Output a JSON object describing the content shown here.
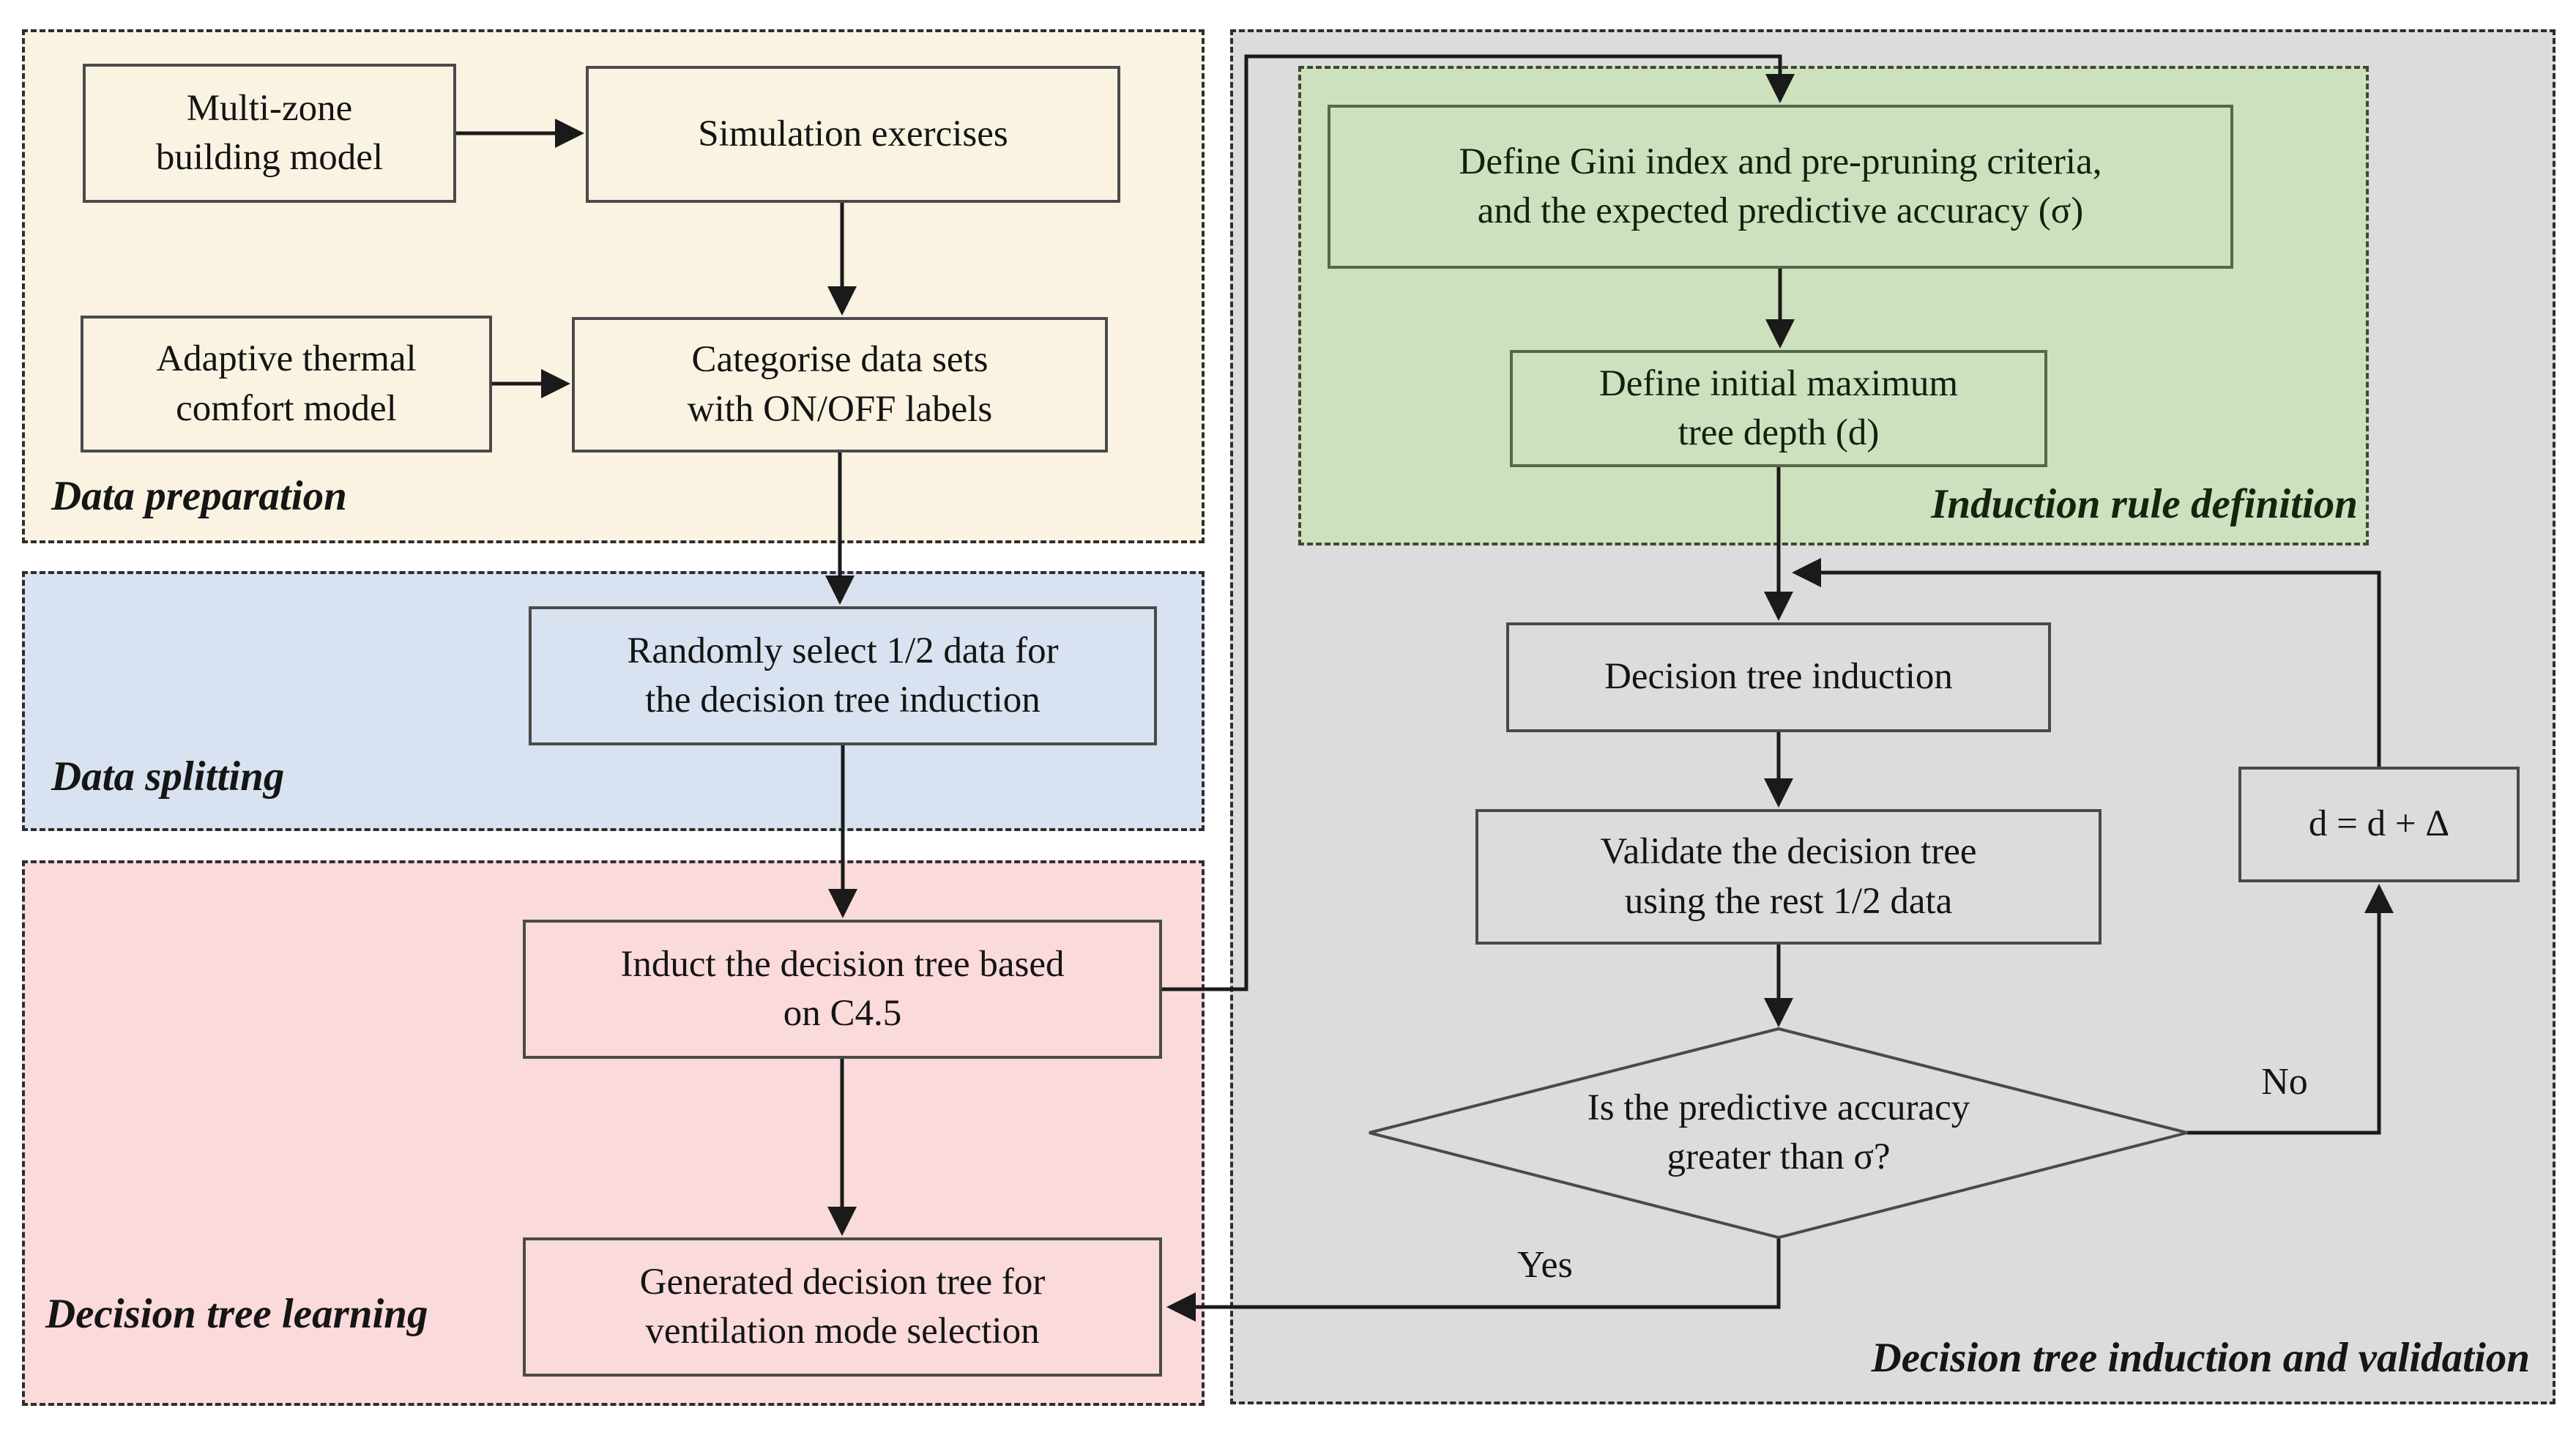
{
  "sections": {
    "data_preparation": {
      "label": "Data preparation",
      "bg": "#faf3e2"
    },
    "data_splitting": {
      "label": "Data splitting",
      "bg": "#d9e2f0"
    },
    "decision_tree_learning": {
      "label": "Decision tree learning",
      "bg": "#fadadb"
    },
    "induction_rule_definition": {
      "label": "Induction rule definition",
      "bg": "#cde1bf"
    },
    "decision_tree_induction_and_validation": {
      "label": "Decision tree induction and validation",
      "bg": "#dcdcdc"
    }
  },
  "nodes": {
    "multi_zone_building_model": {
      "lines": [
        "Multi-zone",
        "building model"
      ]
    },
    "simulation_exercises": {
      "lines": [
        "Simulation exercises"
      ]
    },
    "adaptive_thermal_comfort_model": {
      "lines": [
        "Adaptive thermal",
        "comfort model"
      ]
    },
    "categorise_data_sets": {
      "lines": [
        "Categorise data sets",
        "with ON/OFF labels"
      ]
    },
    "randomly_select_data": {
      "lines": [
        "Randomly select 1/2 data for",
        "the decision tree induction"
      ]
    },
    "induct_decision_tree": {
      "lines": [
        "Induct the decision tree based",
        "on C4.5"
      ]
    },
    "generated_decision_tree": {
      "lines": [
        "Generated decision tree for",
        "ventilation mode selection"
      ]
    },
    "define_gini_index": {
      "lines": [
        "Define Gini index and pre-pruning criteria,",
        "and the expected predictive accuracy (σ)"
      ]
    },
    "define_initial_tree_depth": {
      "lines": [
        "Define initial maximum",
        "tree depth (d)"
      ]
    },
    "decision_tree_induction": {
      "lines": [
        "Decision tree induction"
      ]
    },
    "validate_decision_tree": {
      "lines": [
        "Validate the decision tree",
        "using the rest 1/2 data"
      ]
    },
    "predictive_accuracy_decision": {
      "lines": [
        "Is the predictive accuracy",
        "greater than σ?"
      ]
    },
    "increment_depth": {
      "lines": [
        "d = d + Δ"
      ]
    }
  },
  "edge_labels": {
    "yes": "Yes",
    "no": "No"
  },
  "colors": {
    "box_border": "#4a4a4a",
    "green_box_border": "#55684a",
    "arrow": "#1a1a1a",
    "section_border": "#2e2e2e"
  }
}
